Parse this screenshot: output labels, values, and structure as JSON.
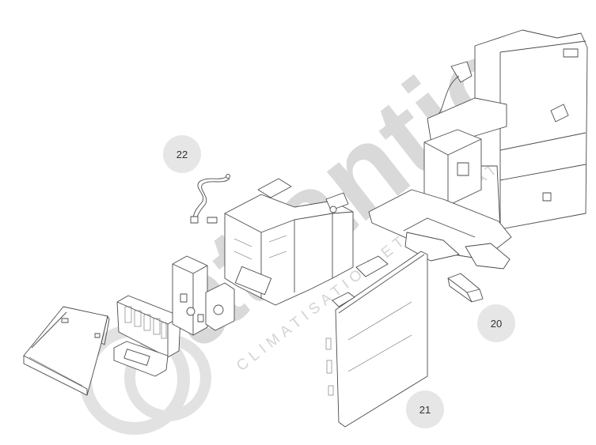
{
  "watermark": {
    "brand": "atlantic",
    "tagline": "CLIMATISATION ET VENTILATION"
  },
  "callouts": [
    {
      "id": "22",
      "label": "22"
    },
    {
      "id": "20",
      "label": "20"
    },
    {
      "id": "21",
      "label": "21"
    }
  ],
  "colors": {
    "line": "#4a4a4a",
    "callout_fill": "#e6e6e6",
    "watermark": "#d9d9d9"
  }
}
